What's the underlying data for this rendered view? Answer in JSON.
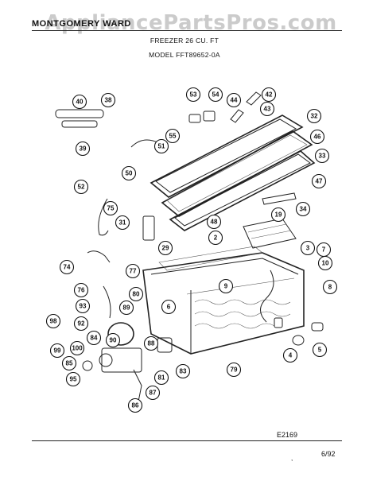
{
  "header": {
    "brand": "MONTGOMERY WARD",
    "title": "FREEZER 26 CU. FT",
    "model": "MODEL  FFT89652-0A"
  },
  "watermark": "AppliancePartsPros.com",
  "figure_code": "E2169",
  "footer": {
    "date": "6/92",
    "mark": ","
  },
  "callouts": [
    "40",
    "38",
    "39",
    "53",
    "54",
    "44",
    "42",
    "43",
    "32",
    "55",
    "46",
    "51",
    "33",
    "50",
    "47",
    "52",
    "34",
    "75",
    "48",
    "19",
    "31",
    "29",
    "2",
    "7",
    "3",
    "10",
    "9",
    "8",
    "74",
    "77",
    "76",
    "80",
    "89",
    "93",
    "6",
    "98",
    "92",
    "84",
    "90",
    "99",
    "100",
    "85",
    "88",
    "95",
    "81",
    "83",
    "79",
    "87",
    "86",
    "4",
    "5"
  ]
}
